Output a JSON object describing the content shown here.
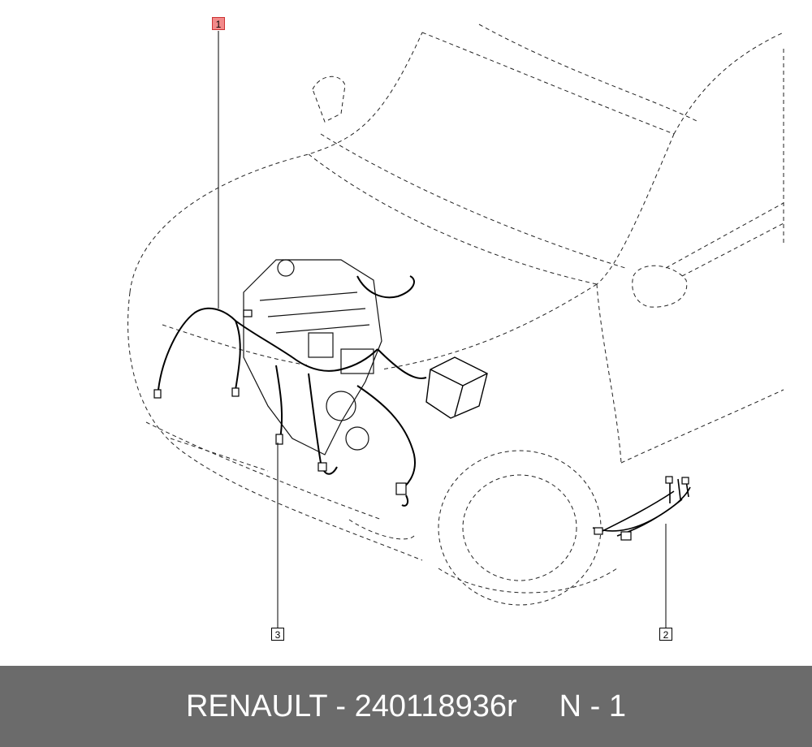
{
  "callouts": [
    {
      "label": "1",
      "highlighted": true
    },
    {
      "label": "2",
      "highlighted": false
    },
    {
      "label": "3",
      "highlighted": false
    }
  ],
  "footer": {
    "part_text": "RENAULT - 240118936r",
    "qty_text": "N - 1",
    "background": "#6b6b6b",
    "text_color": "#ffffff"
  },
  "colors": {
    "highlight": "#f28a8a",
    "line": "#000000"
  }
}
